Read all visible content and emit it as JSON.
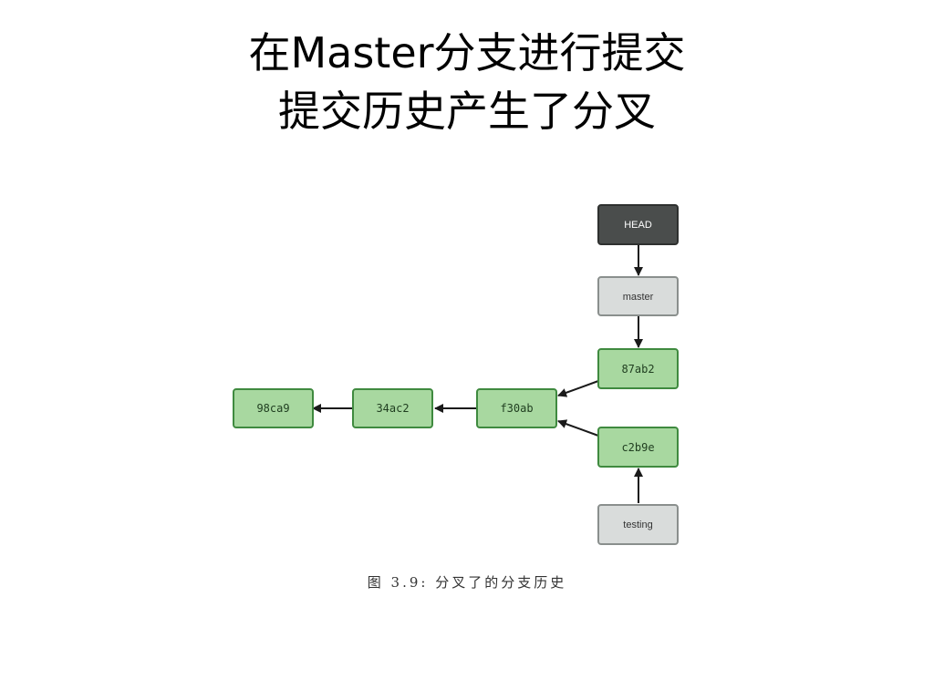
{
  "title": {
    "line1": "在Master分支进行提交",
    "line2": "提交历史产生了分叉"
  },
  "diagram": {
    "head": "HEAD",
    "master": "master",
    "testing": "testing",
    "commits": {
      "c87ab2": "87ab2",
      "cf30ab": "f30ab",
      "c34ac2": "34ac2",
      "c98ca9": "98ca9",
      "cc2b9e": "c2b9e"
    },
    "colors": {
      "commit_fill": "#a8d8a0",
      "commit_stroke": "#3f8a3f",
      "branch_fill": "#d9dcdb",
      "branch_stroke": "#8a8f8d",
      "head_fill": "#4a4d4c",
      "head_stroke": "#2e302f",
      "arrow": "#1a1a1a"
    }
  },
  "caption": "图 3.9: 分叉了的分支历史"
}
